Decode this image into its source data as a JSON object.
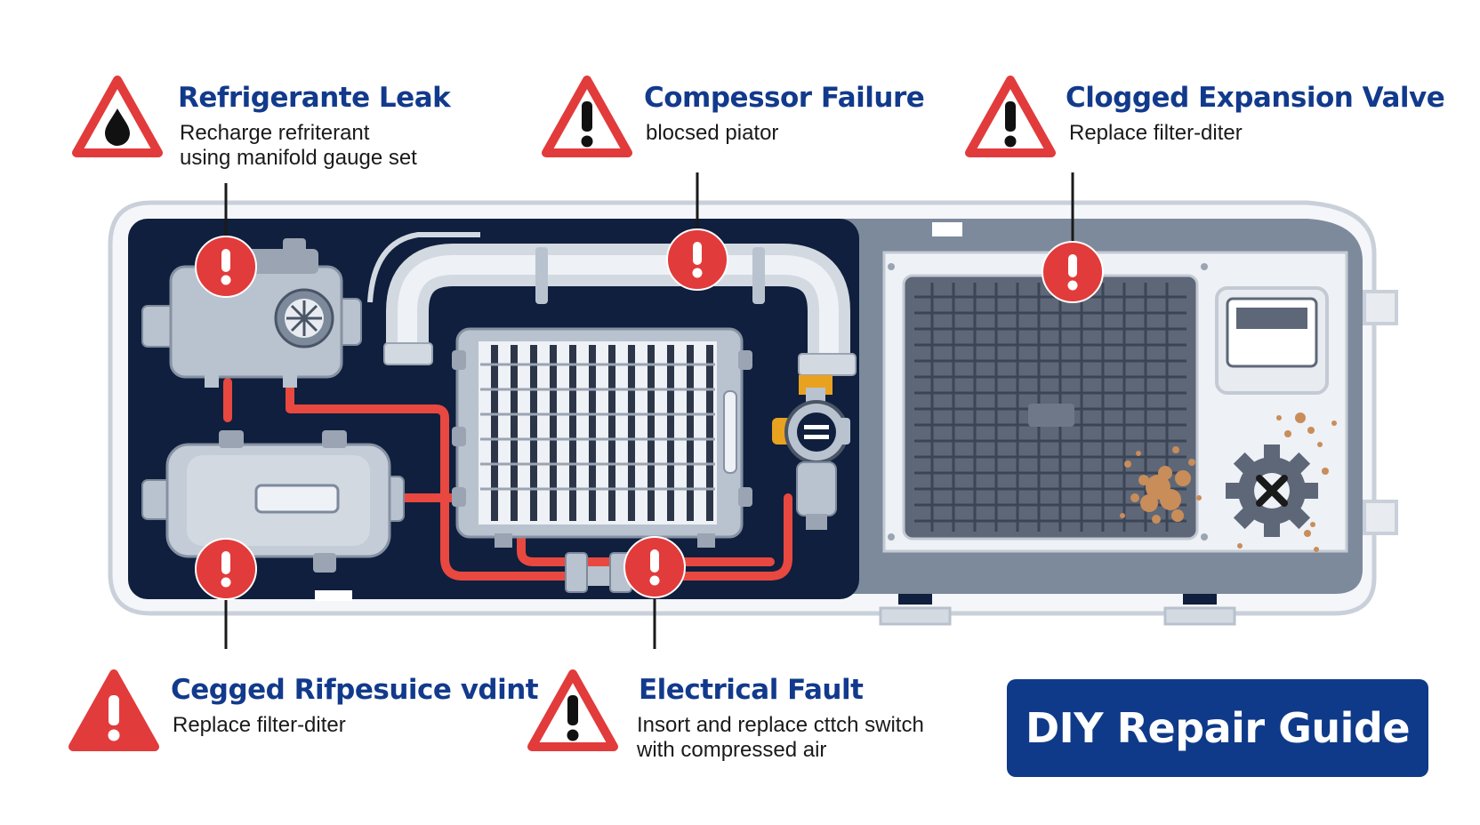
{
  "callouts": [
    {
      "key": "refrigerant-leak",
      "title": "Refrigerante Leak",
      "desc": "Recharge refriterant\nusing manifold gauge set",
      "icon": "droplet-icon"
    },
    {
      "key": "compressor-failure",
      "title": "Compessor Failure",
      "desc": "blocsed piator",
      "icon": "exclamation-icon"
    },
    {
      "key": "clogged-expansion-valve",
      "title": "Clogged Expansion Valve",
      "desc": "Replace filter-diter",
      "icon": "exclamation-icon"
    },
    {
      "key": "cegged-valve",
      "title": "Cegged Rifpesuice vdint",
      "desc": "Replace filter-diter",
      "icon": "exclamation-icon"
    },
    {
      "key": "electrical-fault",
      "title": "Electrical Fault",
      "desc": "Insort and replace cttch switch\nwith compressed air",
      "icon": "exclamation-icon"
    }
  ],
  "badge": {
    "label": "DIY Repair Guide"
  },
  "colors": {
    "warning_red": "#e23b3b",
    "title_blue": "#123a8c",
    "badge_blue": "#0f3a8a",
    "panel_navy": "#0f1f3d",
    "housing_gray": "#e8ecf1",
    "refrigerant_line": "#e8483f",
    "component_steel": "#b9c2cf"
  }
}
